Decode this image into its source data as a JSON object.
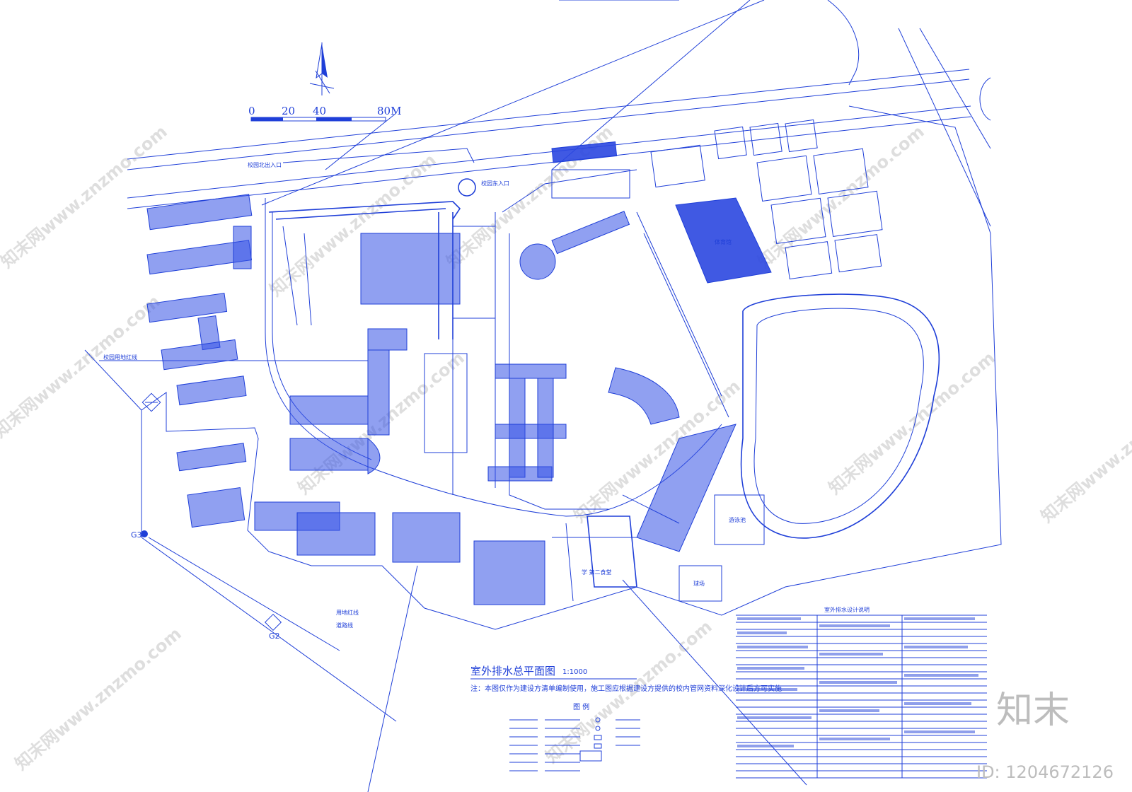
{
  "scale_bar": {
    "labels": [
      "0",
      "20",
      "40",
      "80M"
    ]
  },
  "markers": {
    "g1": "G3",
    "g2": "G2"
  },
  "labels": {
    "campus_north_entrance": "校园北出入口",
    "east_entrance": "校园东入口",
    "boundary_red_line": "校园用地红线",
    "land_red_line": "用地红线",
    "road_line": "道路线",
    "cafeteria": "学 第二食堂",
    "gym": "体育馆",
    "pool": "游泳池",
    "court": "球场"
  },
  "title": {
    "main": "室外排水总平面图",
    "scale": "1:1000"
  },
  "note": "注：本图仅作为建设方清单编制使用，施工图应根据建设方提供的校内管网资料深化设计后方可实施",
  "legend": {
    "heading": "图 例"
  },
  "spec": {
    "heading": "室外排水设计说明"
  },
  "brand": {
    "logo": "知末",
    "id": "ID: 1204672126"
  },
  "watermark": "知末网www.znzmo.com"
}
